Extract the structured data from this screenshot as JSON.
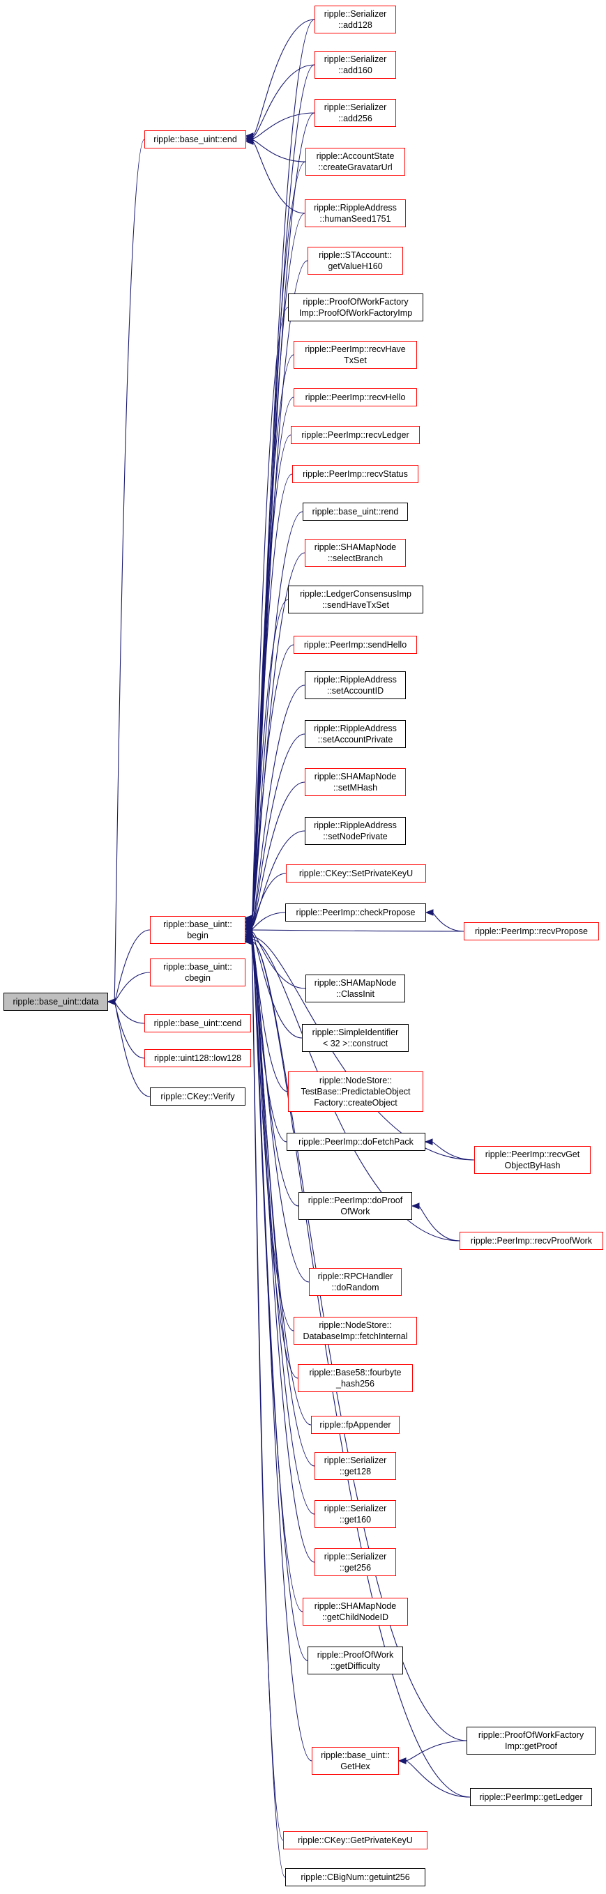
{
  "colors": {
    "edge": "#191970",
    "border_linked": "#ff0000",
    "border_plain": "#000000",
    "focus_fill": "#bfbfbf"
  },
  "nodes": {
    "data": {
      "label": "ripple::base_uint::data",
      "style": "focus"
    },
    "end": {
      "label": "ripple::base_uint::end",
      "style": "red"
    },
    "begin": {
      "label": "ripple::base_uint::\nbegin",
      "style": "red"
    },
    "cbegin": {
      "label": "ripple::base_uint::\ncbegin",
      "style": "red"
    },
    "cend": {
      "label": "ripple::base_uint::cend",
      "style": "red"
    },
    "low128": {
      "label": "ripple::uint128::low128",
      "style": "red"
    },
    "verify": {
      "label": "ripple::CKey::Verify",
      "style": "black"
    },
    "add128": {
      "label": "ripple::Serializer\n::add128",
      "style": "red"
    },
    "add160": {
      "label": "ripple::Serializer\n::add160",
      "style": "red"
    },
    "add256": {
      "label": "ripple::Serializer\n::add256",
      "style": "red"
    },
    "gravatar": {
      "label": "ripple::AccountState\n::createGravatarUrl",
      "style": "red"
    },
    "humanseed": {
      "label": "ripple::RippleAddress\n::humanSeed1751",
      "style": "red"
    },
    "getvalueh160": {
      "label": "ripple::STAccount::\ngetValueH160",
      "style": "red"
    },
    "powfactory": {
      "label": "ripple::ProofOfWorkFactory\nImp::ProofOfWorkFactoryImp",
      "style": "black"
    },
    "recvhavetxset": {
      "label": "ripple::PeerImp::recvHave\nTxSet",
      "style": "red"
    },
    "recvhello": {
      "label": "ripple::PeerImp::recvHello",
      "style": "red"
    },
    "recvledger": {
      "label": "ripple::PeerImp::recvLedger",
      "style": "red"
    },
    "recvstatus": {
      "label": "ripple::PeerImp::recvStatus",
      "style": "red"
    },
    "rend": {
      "label": "ripple::base_uint::rend",
      "style": "black"
    },
    "selectbranch": {
      "label": "ripple::SHAMapNode\n::selectBranch",
      "style": "red"
    },
    "sendhavetxset": {
      "label": "ripple::LedgerConsensusImp\n::sendHaveTxSet",
      "style": "black"
    },
    "sendhello": {
      "label": "ripple::PeerImp::sendHello",
      "style": "red"
    },
    "setaccountid": {
      "label": "ripple::RippleAddress\n::setAccountID",
      "style": "black"
    },
    "setaccountprivate": {
      "label": "ripple::RippleAddress\n::setAccountPrivate",
      "style": "black"
    },
    "setmhash": {
      "label": "ripple::SHAMapNode\n::setMHash",
      "style": "red"
    },
    "setnodeprivate": {
      "label": "ripple::RippleAddress\n::setNodePrivate",
      "style": "black"
    },
    "setprivatekeyu": {
      "label": "ripple::CKey::SetPrivateKeyU",
      "style": "red"
    },
    "checkpropose": {
      "label": "ripple::PeerImp::checkPropose",
      "style": "black"
    },
    "recvpropose": {
      "label": "ripple::PeerImp::recvPropose",
      "style": "red"
    },
    "classinit": {
      "label": "ripple::SHAMapNode\n::ClassInit",
      "style": "black"
    },
    "construct": {
      "label": "ripple::SimpleIdentifier\n< 32 >::construct",
      "style": "black"
    },
    "createobject": {
      "label": "ripple::NodeStore::\nTestBase::PredictableObject\nFactory::createObject",
      "style": "red"
    },
    "dofetchpack": {
      "label": "ripple::PeerImp::doFetchPack",
      "style": "black"
    },
    "recvgetobject": {
      "label": "ripple::PeerImp::recvGet\nObjectByHash",
      "style": "red"
    },
    "doproofofwork": {
      "label": "ripple::PeerImp::doProof\nOfWork",
      "style": "black"
    },
    "recvproofwork": {
      "label": "ripple::PeerImp::recvProofWork",
      "style": "red"
    },
    "dorandom": {
      "label": "ripple::RPCHandler\n::doRandom",
      "style": "red"
    },
    "fetchinternal": {
      "label": "ripple::NodeStore::\nDatabaseImp::fetchInternal",
      "style": "red"
    },
    "fourbyte": {
      "label": "ripple::Base58::fourbyte\n_hash256",
      "style": "red"
    },
    "fpappender": {
      "label": "ripple::fpAppender",
      "style": "red"
    },
    "get128": {
      "label": "ripple::Serializer\n::get128",
      "style": "red"
    },
    "get160": {
      "label": "ripple::Serializer\n::get160",
      "style": "red"
    },
    "get256": {
      "label": "ripple::Serializer\n::get256",
      "style": "red"
    },
    "getchildnodeid": {
      "label": "ripple::SHAMapNode\n::getChildNodeID",
      "style": "red"
    },
    "getdifficulty": {
      "label": "ripple::ProofOfWork\n::getDifficulty",
      "style": "black"
    },
    "getproof": {
      "label": "ripple::ProofOfWorkFactory\nImp::getProof",
      "style": "black"
    },
    "gethex": {
      "label": "ripple::base_uint::\nGetHex",
      "style": "red"
    },
    "getledger": {
      "label": "ripple::PeerImp::getLedger",
      "style": "black"
    },
    "getprivatekeyu": {
      "label": "ripple::CKey::GetPrivateKeyU",
      "style": "red"
    },
    "getuint256": {
      "label": "ripple::CBigNum::getuint256",
      "style": "black"
    }
  },
  "edges": [
    [
      "end",
      "data"
    ],
    [
      "begin",
      "data"
    ],
    [
      "cbegin",
      "data"
    ],
    [
      "cend",
      "data"
    ],
    [
      "low128",
      "data"
    ],
    [
      "verify",
      "data"
    ],
    [
      "add128",
      "end"
    ],
    [
      "add160",
      "end"
    ],
    [
      "add256",
      "end"
    ],
    [
      "gravatar",
      "end"
    ],
    [
      "humanseed",
      "end"
    ],
    [
      "add128",
      "begin"
    ],
    [
      "add160",
      "begin"
    ],
    [
      "add256",
      "begin"
    ],
    [
      "gravatar",
      "begin"
    ],
    [
      "humanseed",
      "begin"
    ],
    [
      "getvalueh160",
      "begin"
    ],
    [
      "powfactory",
      "begin"
    ],
    [
      "recvhavetxset",
      "begin"
    ],
    [
      "recvhello",
      "begin"
    ],
    [
      "recvledger",
      "begin"
    ],
    [
      "recvstatus",
      "begin"
    ],
    [
      "rend",
      "begin"
    ],
    [
      "selectbranch",
      "begin"
    ],
    [
      "sendhavetxset",
      "begin"
    ],
    [
      "sendhello",
      "begin"
    ],
    [
      "setaccountid",
      "begin"
    ],
    [
      "setaccountprivate",
      "begin"
    ],
    [
      "setmhash",
      "begin"
    ],
    [
      "setnodeprivate",
      "begin"
    ],
    [
      "setprivatekeyu",
      "begin"
    ],
    [
      "checkpropose",
      "begin"
    ],
    [
      "recvpropose",
      "begin"
    ],
    [
      "classinit",
      "begin"
    ],
    [
      "construct",
      "begin"
    ],
    [
      "createobject",
      "begin"
    ],
    [
      "dofetchpack",
      "begin"
    ],
    [
      "recvgetobject",
      "begin"
    ],
    [
      "doproofofwork",
      "begin"
    ],
    [
      "recvproofwork",
      "begin"
    ],
    [
      "dorandom",
      "begin"
    ],
    [
      "fetchinternal",
      "begin"
    ],
    [
      "fourbyte",
      "begin"
    ],
    [
      "fpappender",
      "begin"
    ],
    [
      "get128",
      "begin"
    ],
    [
      "get160",
      "begin"
    ],
    [
      "get256",
      "begin"
    ],
    [
      "getchildnodeid",
      "begin"
    ],
    [
      "getdifficulty",
      "begin"
    ],
    [
      "getproof",
      "begin"
    ],
    [
      "gethex",
      "begin"
    ],
    [
      "getledger",
      "begin"
    ],
    [
      "getprivatekeyu",
      "begin"
    ],
    [
      "getuint256",
      "begin"
    ],
    [
      "recvpropose",
      "checkpropose"
    ],
    [
      "recvgetobject",
      "dofetchpack"
    ],
    [
      "recvproofwork",
      "doproofofwork"
    ],
    [
      "getproof",
      "gethex"
    ],
    [
      "getledger",
      "gethex"
    ]
  ]
}
